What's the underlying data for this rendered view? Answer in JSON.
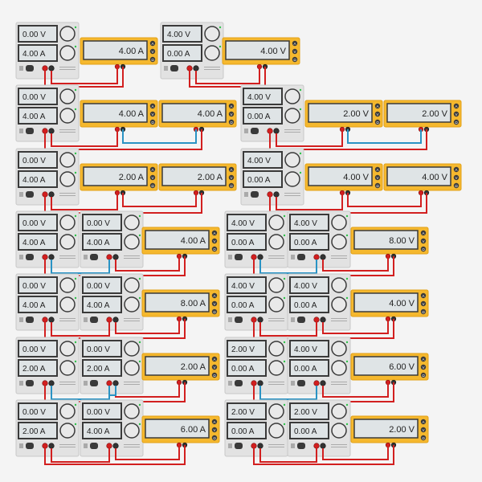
{
  "circuits": [
    {
      "psus": [
        {
          "v": "0.00 V",
          "a": "4.00 A"
        }
      ],
      "meters": [
        "4.00 A"
      ],
      "links": []
    },
    {
      "psus": [
        {
          "v": "4.00 V",
          "a": "0.00 A"
        }
      ],
      "meters": [
        "4.00 V"
      ],
      "links": []
    },
    {
      "psus": [
        {
          "v": "0.00 V",
          "a": "4.00 A"
        }
      ],
      "meters": [
        "4.00 A",
        "4.00 A"
      ],
      "links": [
        "blue"
      ]
    },
    {
      "psus": [
        {
          "v": "4.00 V",
          "a": "0.00 A"
        }
      ],
      "meters": [
        "2.00 V",
        "2.00 V"
      ],
      "links": [
        "blue"
      ]
    },
    {
      "psus": [
        {
          "v": "0.00 V",
          "a": "4.00 A"
        }
      ],
      "meters": [
        "2.00 A",
        "2.00 A"
      ],
      "links": []
    },
    {
      "psus": [
        {
          "v": "4.00 V",
          "a": "0.00 A"
        }
      ],
      "meters": [
        "4.00 V",
        "4.00 V"
      ],
      "links": []
    },
    {
      "psus": [
        {
          "v": "0.00 V",
          "a": "4.00 A"
        },
        {
          "v": "0.00 V",
          "a": "4.00 A"
        }
      ],
      "meters": [
        "4.00 A"
      ],
      "links": [
        "blue"
      ]
    },
    {
      "psus": [
        {
          "v": "4.00 V",
          "a": "0.00 A"
        },
        {
          "v": "4.00 V",
          "a": "0.00 A"
        }
      ],
      "meters": [
        "8.00 V"
      ],
      "links": [
        "blue"
      ]
    },
    {
      "psus": [
        {
          "v": "0.00 V",
          "a": "4.00 A"
        },
        {
          "v": "0.00 V",
          "a": "4.00 A"
        }
      ],
      "meters": [
        "8.00 A"
      ],
      "links": []
    },
    {
      "psus": [
        {
          "v": "4.00 V",
          "a": "0.00 A"
        },
        {
          "v": "4.00 V",
          "a": "0.00 A"
        }
      ],
      "meters": [
        "4.00 V"
      ],
      "links": []
    },
    {
      "psus": [
        {
          "v": "0.00 V",
          "a": "2.00 A"
        },
        {
          "v": "0.00 V",
          "a": "2.00 A"
        }
      ],
      "meters": [
        "2.00 A"
      ],
      "links": [
        "blue",
        "blue"
      ]
    },
    {
      "psus": [
        {
          "v": "2.00 V",
          "a": "0.00 A"
        },
        {
          "v": "4.00 V",
          "a": "0.00 A"
        }
      ],
      "meters": [
        "6.00 V"
      ],
      "links": [
        "blue"
      ]
    },
    {
      "psus": [
        {
          "v": "0.00 V",
          "a": "2.00 A"
        },
        {
          "v": "0.00 V",
          "a": "4.00 A"
        }
      ],
      "meters": [
        "6.00 A"
      ],
      "links": []
    },
    {
      "psus": [
        {
          "v": "2.00 V",
          "a": "0.00 A"
        },
        {
          "v": "2.00 V",
          "a": "0.00 A"
        }
      ],
      "meters": [
        "2.00 V"
      ],
      "links": []
    }
  ],
  "meter_buttons": [
    "A",
    "V",
    "Ω"
  ],
  "colors": {
    "meter": "#f5b82e",
    "wire_red": "#d21f1f",
    "wire_blue": "#2a93c4",
    "psu": "#e2e2e2"
  }
}
